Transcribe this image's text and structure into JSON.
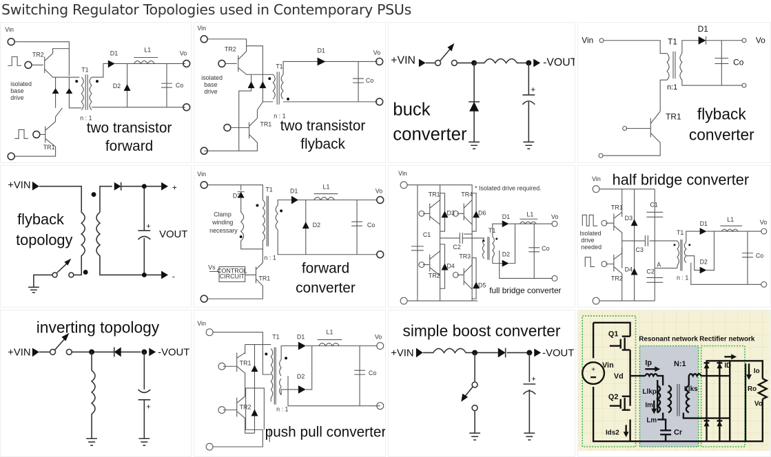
{
  "page": {
    "title": "Switching Regulator Topologies used in Contemporary PSUs"
  },
  "gallery": [
    {
      "caption": [
        "two transistor",
        "forward"
      ],
      "labels": {
        "vin": "Vin",
        "vo": "Vo",
        "tr1": "TR1",
        "tr2": "TR2",
        "t1": "T1",
        "d1": "D1",
        "d2": "D2",
        "l1": "L1",
        "co": "Co",
        "ratio": "n : 1",
        "note": [
          "isolated",
          "base",
          "drive"
        ]
      }
    },
    {
      "caption": [
        "two transistor",
        "flyback"
      ],
      "labels": {
        "vin": "Vin",
        "vo": "Vo",
        "tr1": "TR1",
        "tr2": "TR2",
        "t1": "T1",
        "d1": "D1",
        "co": "Co",
        "ratio": "n : 1",
        "note": [
          "isolated",
          "base",
          "drive"
        ]
      }
    },
    {
      "caption": [
        "buck",
        "converter"
      ],
      "labels": {
        "vin": "+VIN",
        "vout": "-VOUT",
        "plus": "+"
      }
    },
    {
      "caption": [
        "flyback",
        "converter"
      ],
      "labels": {
        "vin": "Vin",
        "vo": "Vo",
        "tr1": "TR1",
        "t1": "T1",
        "d1": "D1",
        "co": "Co",
        "ratio": "n:1"
      }
    },
    {
      "caption": [
        "flyback",
        "topology"
      ],
      "labels": {
        "vin": "+VIN",
        "vout": "VOUT",
        "plus": "+",
        "minus": "-"
      }
    },
    {
      "caption": [
        "forward",
        "converter"
      ],
      "labels": {
        "vin": "Vin",
        "vo": "Vo",
        "tr1": "TR1",
        "t1": "T1",
        "d1": "D1",
        "d2": "D2",
        "d3": "D3",
        "l1": "L1",
        "co": "Co",
        "ratio": "n : 1",
        "vs": "Vs",
        "control": [
          "CONTROL",
          "CIRCUIT"
        ],
        "note": [
          "Clamp",
          "winding",
          "necessary"
        ]
      }
    },
    {
      "caption": [
        "full bridge converter"
      ],
      "labels": {
        "vin": "Vin",
        "vo": "Vo",
        "tr1": "TR1",
        "tr2": "TR2",
        "tr3": "TR3",
        "tr4": "TR4",
        "d1": "D1",
        "d2": "D2",
        "d3": "D3",
        "d4": "D4",
        "d5": "D5",
        "d6": "D6",
        "c1": "C1",
        "c2": "C2",
        "l1": "L1",
        "co": "Co",
        "t1": "T1",
        "note": "* Isolated drive required."
      }
    },
    {
      "caption": [
        "half bridge converter"
      ],
      "labels": {
        "vin": "Vin",
        "vo": "Vo",
        "tr1": "TR1",
        "tr2": "TR2",
        "d1": "D1",
        "d2": "D2",
        "d3": "D3",
        "d4": "D4",
        "c1": "C1",
        "c2": "C2",
        "c3": "C3",
        "l1": "L1",
        "co": "Co",
        "t1": "T1",
        "a": "A",
        "ratio": "n : 1",
        "note": [
          "Isolated",
          "drive",
          "needed"
        ]
      }
    },
    {
      "caption": [
        "inverting topology"
      ],
      "labels": {
        "vin": "+VIN",
        "vout": "-VOUT",
        "plus": "+"
      }
    },
    {
      "caption": [
        "push pull converter"
      ],
      "labels": {
        "vin": "Vin",
        "vo": "Vo",
        "tr1": "TR1",
        "tr2": "TR2",
        "t1": "T1",
        "d1": "D1",
        "d2": "D2",
        "l1": "L1",
        "co": "Co",
        "ratio": "n : 1"
      }
    },
    {
      "caption": [
        "simple boost converter"
      ],
      "labels": {
        "vin": "+VIN",
        "vout": "-VOUT",
        "plus": "+"
      }
    },
    {
      "caption": [],
      "labels": {
        "resonant": "Resonant network",
        "rectifier": "Rectifier network",
        "vin": "Vin",
        "q1": "Q1",
        "q2": "Q2",
        "vd": "Vd",
        "ip": "Ip",
        "ratio": "N:1",
        "llkp": "Llkp",
        "llks": "Llks",
        "im": "Im",
        "lm": "Lm",
        "cr": "Cr",
        "ids2": "Ids2",
        "id": "ID",
        "io": "Io",
        "ro": "Ro",
        "vo": "Vo"
      },
      "colors": {
        "background": "#f4f1d6",
        "grid": "#e3e0b8",
        "box_fill": "#c9cdd6",
        "dotted_border": "#35b24a"
      }
    }
  ]
}
